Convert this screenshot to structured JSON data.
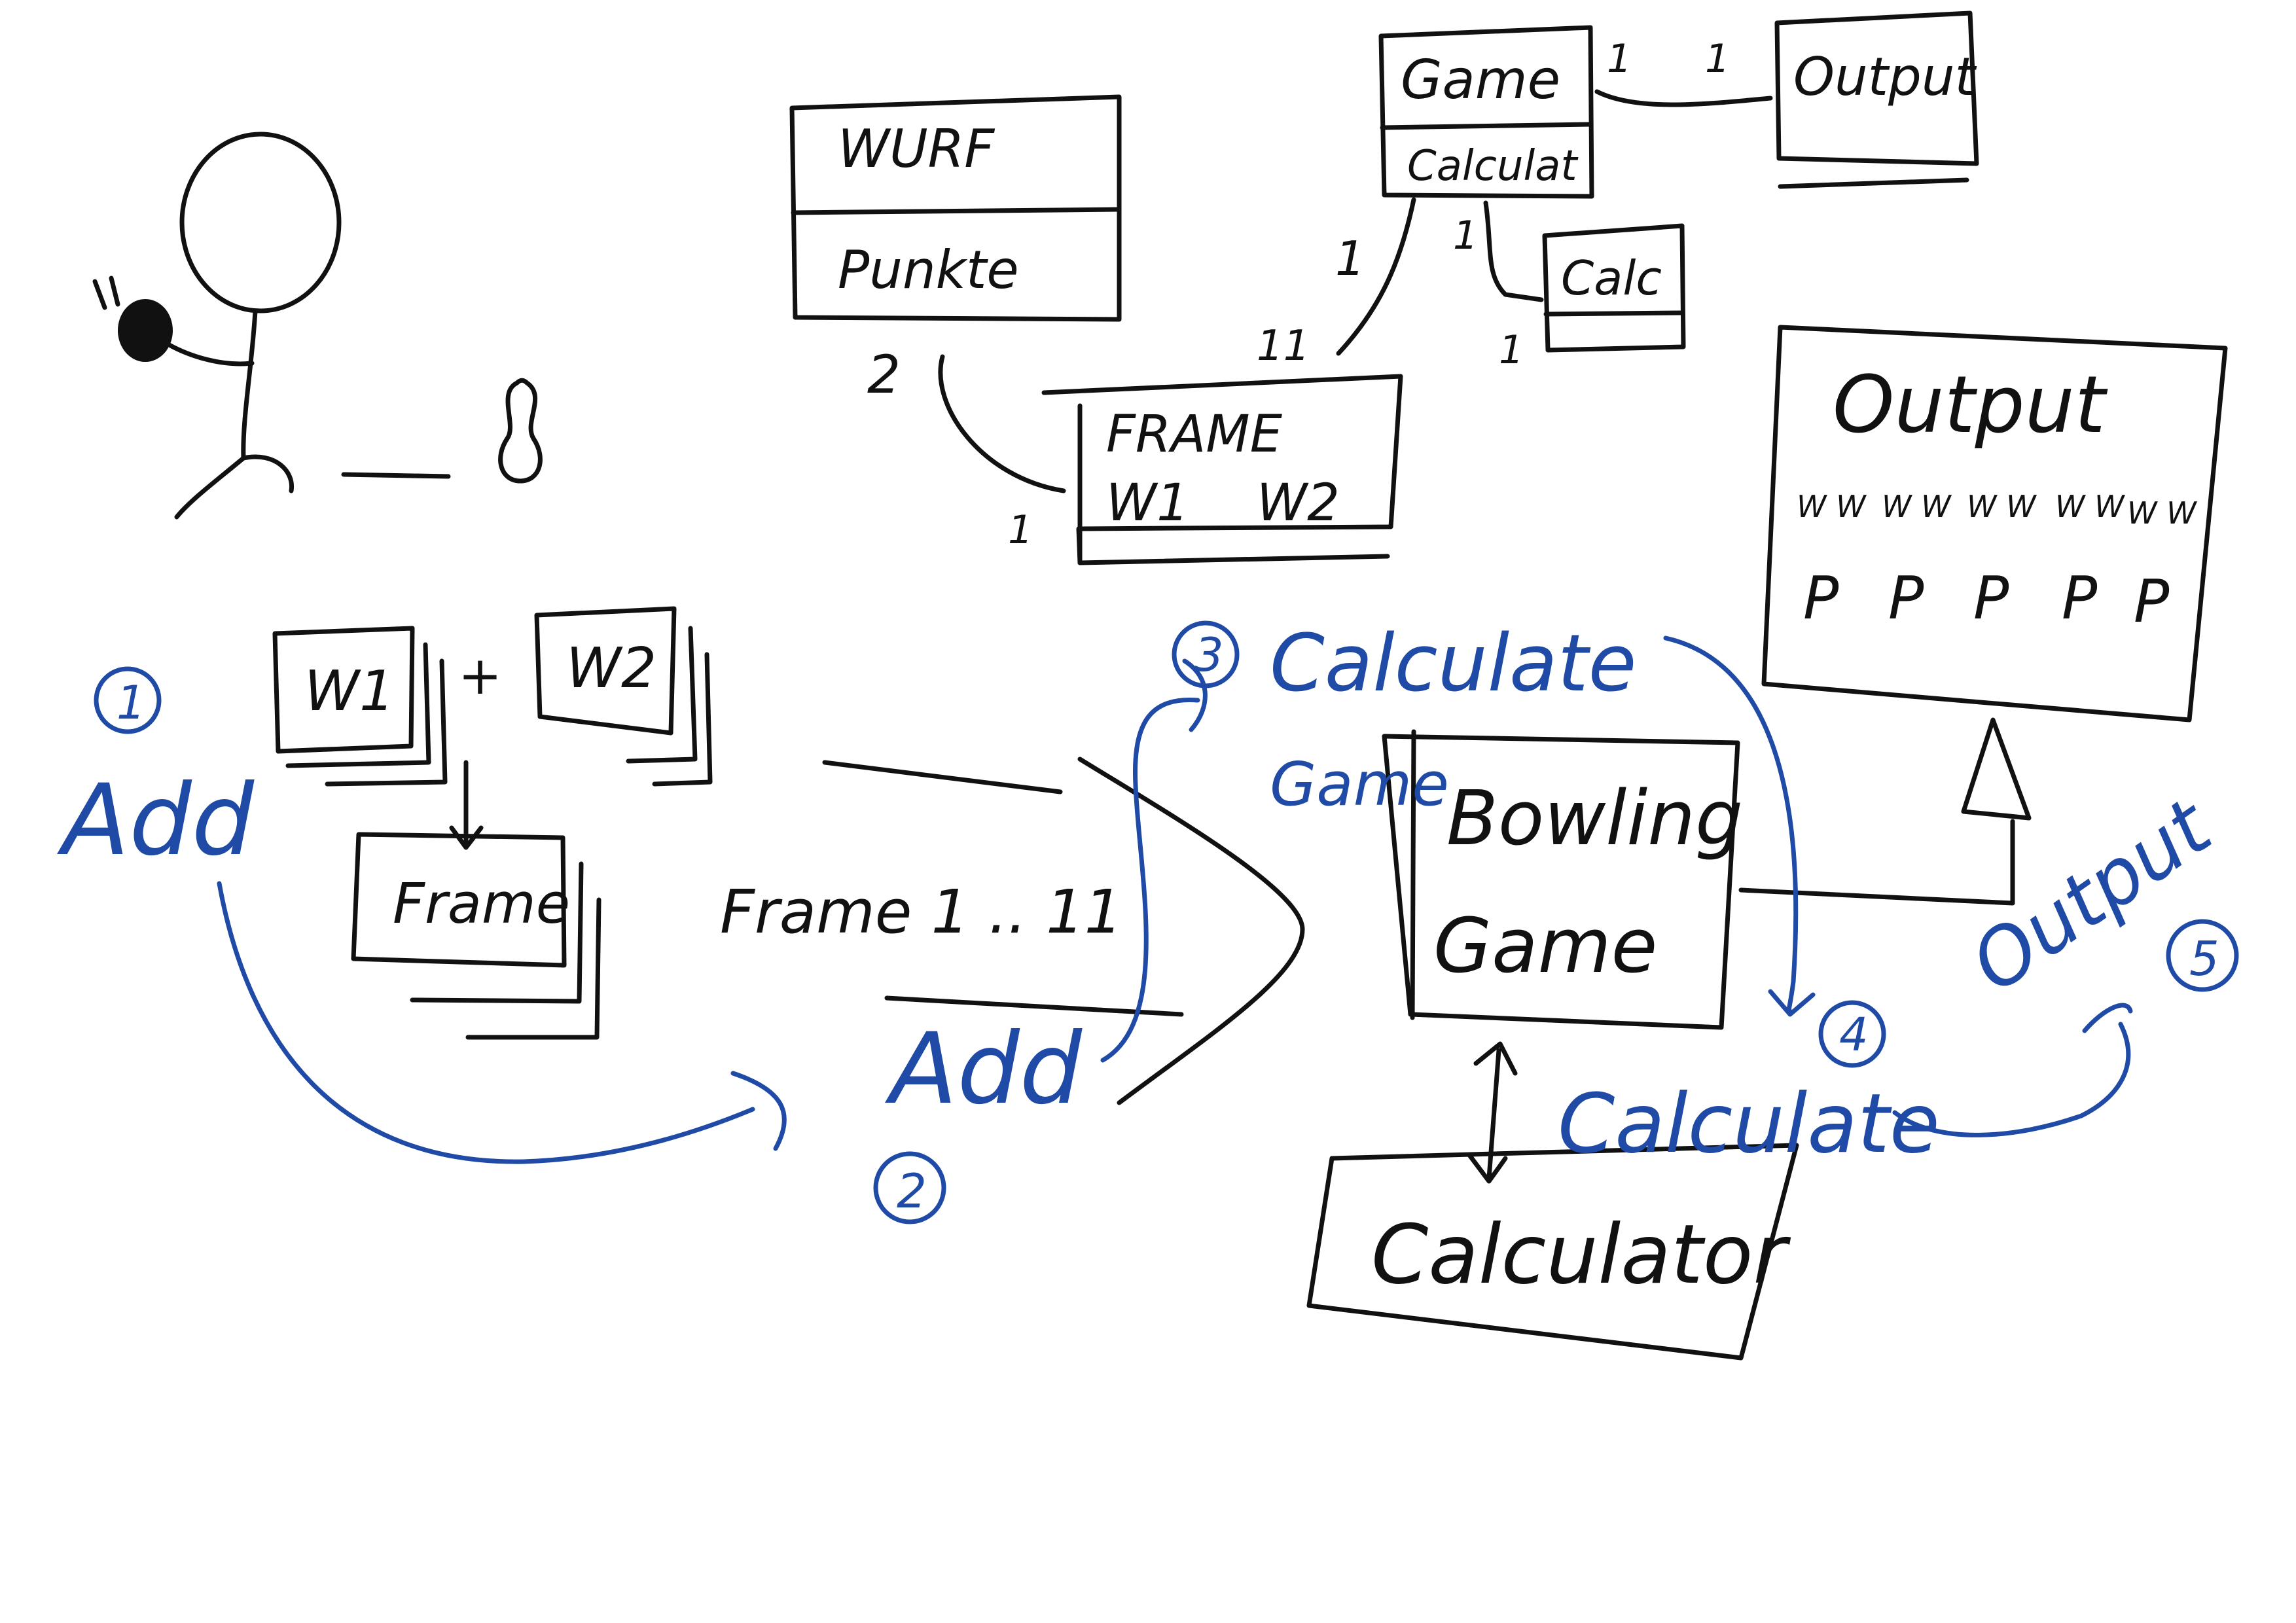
{
  "colors": {
    "ink": "#111111",
    "annotation": "#1f4aa5",
    "background": "#ffffff"
  },
  "uml": {
    "wurf": {
      "name": "WURF",
      "attribute": "Punkte"
    },
    "frame": {
      "name": "FRAME",
      "attributes": [
        "W1",
        "W2"
      ]
    },
    "game": {
      "name": "Game",
      "operation": "Calculat"
    },
    "calc": {
      "name": "Calc"
    },
    "output": {
      "name": "Output"
    },
    "multiplicities": {
      "wurf_frame": "2",
      "frame_wurf": "1",
      "frame_game": "11",
      "game_frame": "1",
      "game_calc": "1",
      "calc_game": "1",
      "game_output": "1",
      "output_game": "1"
    }
  },
  "flow": {
    "w1_box": "W1",
    "plus": "+",
    "w2_box": "W2",
    "frame_box": "Frame",
    "frames_range": "Frame 1 .. 11",
    "bowling_game": [
      "Bowling",
      "Game"
    ],
    "calculator": "Calculator",
    "output_panel": {
      "title": "Output",
      "columns": [
        {
          "marks": "W W",
          "points": "P"
        },
        {
          "marks": "W W",
          "points": "P"
        },
        {
          "marks": "W W",
          "points": "P"
        },
        {
          "marks": "W W",
          "points": "P"
        },
        {
          "marks": "W W",
          "points": "P"
        }
      ]
    }
  },
  "annotations": {
    "step1": {
      "number": "1",
      "label": "Add"
    },
    "step2": {
      "number": "2",
      "label": "Add"
    },
    "step3": {
      "number": "3",
      "label": "Calculate"
    },
    "game_label": "Game",
    "step4": {
      "number": "4",
      "label": "Calculate"
    },
    "step5": {
      "number": "5",
      "label": "Output"
    }
  }
}
